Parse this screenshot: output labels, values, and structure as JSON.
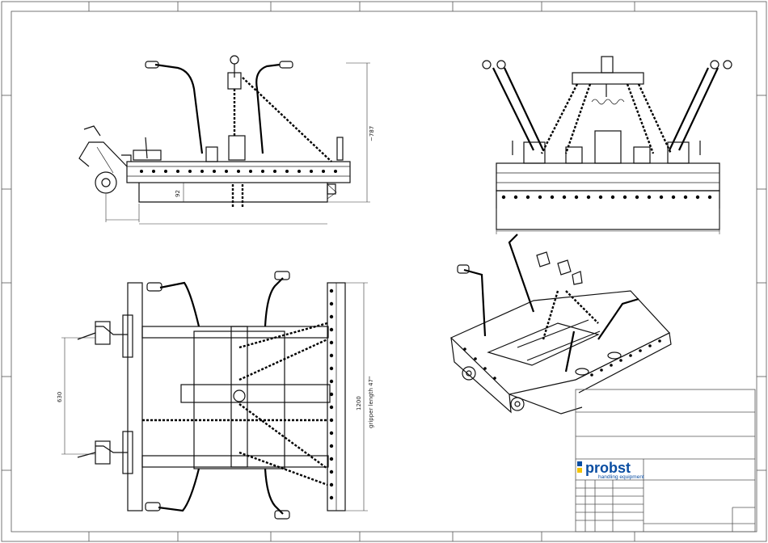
{
  "dimensions": {
    "side_height": "~787",
    "side_small": "92",
    "top_spacing": "630",
    "top_width": "1200",
    "gripper_note": "gripper length 47\""
  },
  "title_block": {
    "brand": "probst",
    "tagline": "handling equipment"
  },
  "colors": {
    "brand_blue": "#0b4ea2",
    "brand_yellow": "#f4c300",
    "line": "#111111"
  }
}
